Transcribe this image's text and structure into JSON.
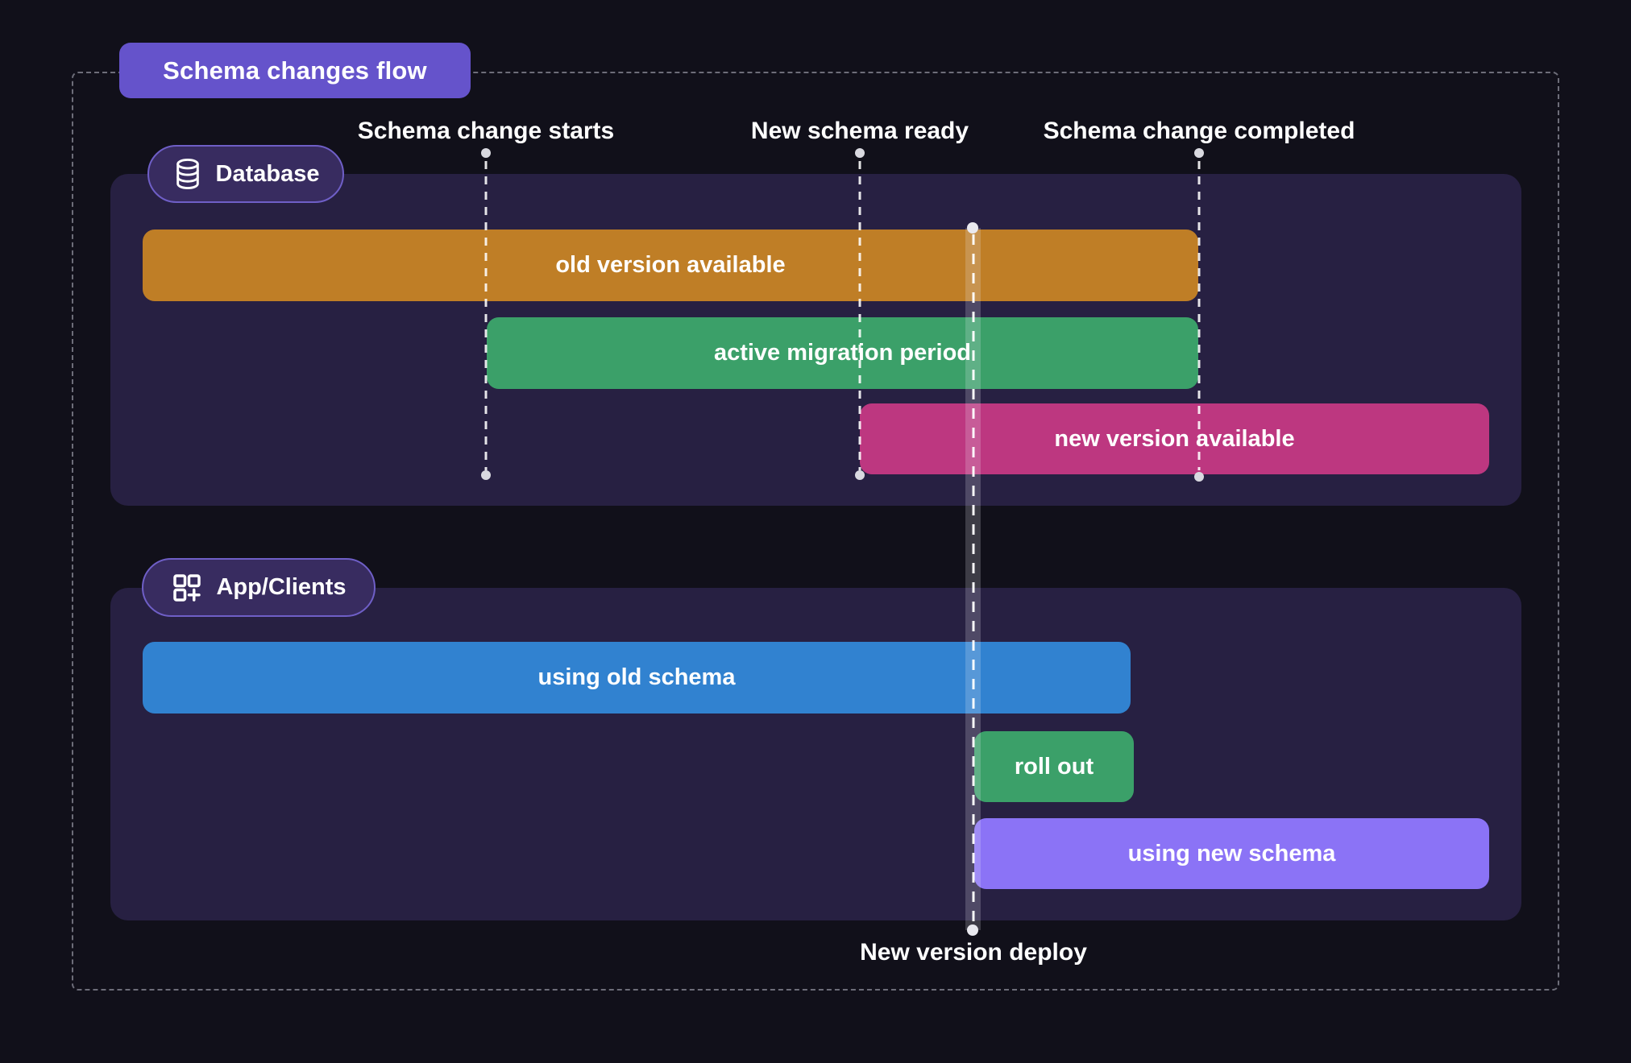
{
  "title": "Schema changes flow",
  "timeline": {
    "milestones": [
      {
        "label": "Schema change starts"
      },
      {
        "label": "New schema ready"
      },
      {
        "label": "Schema change completed"
      }
    ],
    "deploy_label": "New version deploy"
  },
  "sections": [
    {
      "label": "Database",
      "icon": "database-icon",
      "bars": [
        {
          "label": "old version available",
          "color": "#bf7e26"
        },
        {
          "label": "active migration period",
          "color": "#3ba069"
        },
        {
          "label": "new version available",
          "color": "#bd3780"
        }
      ]
    },
    {
      "label": "App/Clients",
      "icon": "grid-plus-icon",
      "bars": [
        {
          "label": "using old schema",
          "color": "#3182d0"
        },
        {
          "label": "roll out",
          "color": "#3ba069"
        },
        {
          "label": "using new schema",
          "color": "#8b73f6"
        }
      ]
    }
  ],
  "colors": {
    "page_background": "#11101a",
    "lane_background": "#272042",
    "title_badge": "#6553cb",
    "pill_background": "#382c60",
    "pill_border": "#6f5fc7",
    "frame_dash": "#6d6d79",
    "milestone_dot": "#d9d9e0",
    "deploy_band": "rgba(238,238,248,0.20)"
  }
}
